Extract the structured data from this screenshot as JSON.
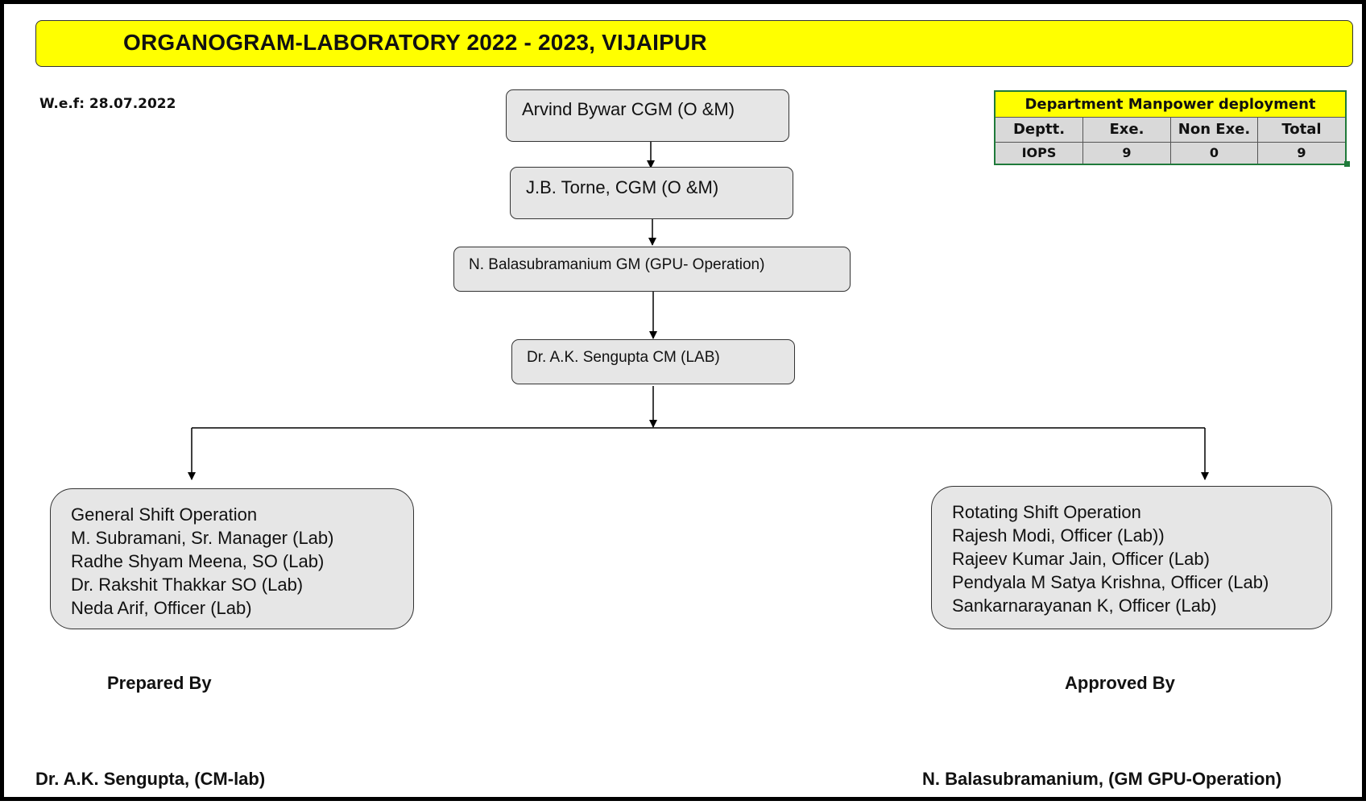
{
  "title": "ORGANOGRAM-LABORATORY 2022 - 2023, VIJAIPUR",
  "wef": "W.e.f: 28.07.2022",
  "hierarchy": [
    {
      "label": "Arvind Bywar CGM (O &M)"
    },
    {
      "label": "J.B. Torne, CGM (O &M)"
    },
    {
      "label": "N. Balasubramanium GM (GPU- Operation)"
    },
    {
      "label": "Dr. A.K. Sengupta CM (LAB)"
    }
  ],
  "groups": {
    "general": {
      "heading": "General Shift Operation",
      "members": [
        "M. Subramani, Sr. Manager (Lab)",
        "Radhe Shyam Meena, SO (Lab)",
        "Dr. Rakshit Thakkar SO (Lab)",
        "Neda Arif, Officer (Lab)"
      ]
    },
    "rotating": {
      "heading": "Rotating Shift Operation",
      "members": [
        "Rajesh Modi, Officer (Lab))",
        "Rajeev Kumar Jain, Officer (Lab)",
        "Pendyala M Satya Krishna, Officer (Lab)",
        "Sankarnarayanan K, Officer (Lab)"
      ]
    }
  },
  "manpower": {
    "title": "Department Manpower deployment",
    "columns": [
      "Deptt.",
      "Exe.",
      "Non Exe.",
      "Total"
    ],
    "rows": [
      [
        "IOPS",
        "9",
        "0",
        "9"
      ]
    ]
  },
  "signatures": {
    "prepared_label": "Prepared By",
    "approved_label": "Approved By",
    "prepared_name": "Dr. A.K. Sengupta, (CM-lab)",
    "approved_name": "N. Balasubramanium, (GM GPU-Operation)"
  },
  "colors": {
    "banner": "#ffff00",
    "box_fill": "#e6e6e6",
    "table_border": "#1f7a3a"
  }
}
